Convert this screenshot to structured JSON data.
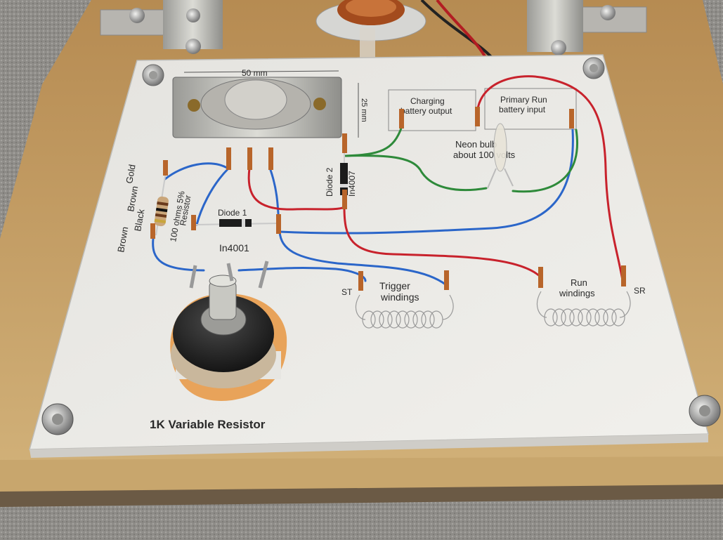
{
  "board": {
    "dimension_width": "50 mm",
    "dimension_height": "25 mm",
    "charging_label_1": "Charging",
    "charging_label_2": "battery output",
    "primary_label_1": "Primary Run",
    "primary_label_2": "battery input",
    "neon_label_1": "Neon bulb",
    "neon_label_2": "about 100 volts",
    "diode2_name": "Diode 2",
    "diode2_part": "In4007",
    "diode1_name": "Diode 1",
    "diode1_part": "In4001",
    "resistor_label_1": "100 ohms 5%",
    "resistor_label_2": "Resistor",
    "band_brown_1": "Brown",
    "band_brown_2": "Brown",
    "band_black": "Black",
    "band_gold": "Gold",
    "trigger_label_1": "Trigger",
    "trigger_label_2": "windings",
    "run_label_1": "Run",
    "run_label_2": "windings",
    "st_label": "ST",
    "sr_label": "SR",
    "variable_resistor_label": "1K Variable Resistor"
  },
  "colors": {
    "wire_blue": "#2b66c9",
    "wire_red": "#c8222c",
    "wire_green": "#2e8a3a",
    "board": "#ecebe7",
    "wood": "#c9a36a",
    "copper": "#b8652a",
    "accent_orange": "#e8a35a"
  }
}
